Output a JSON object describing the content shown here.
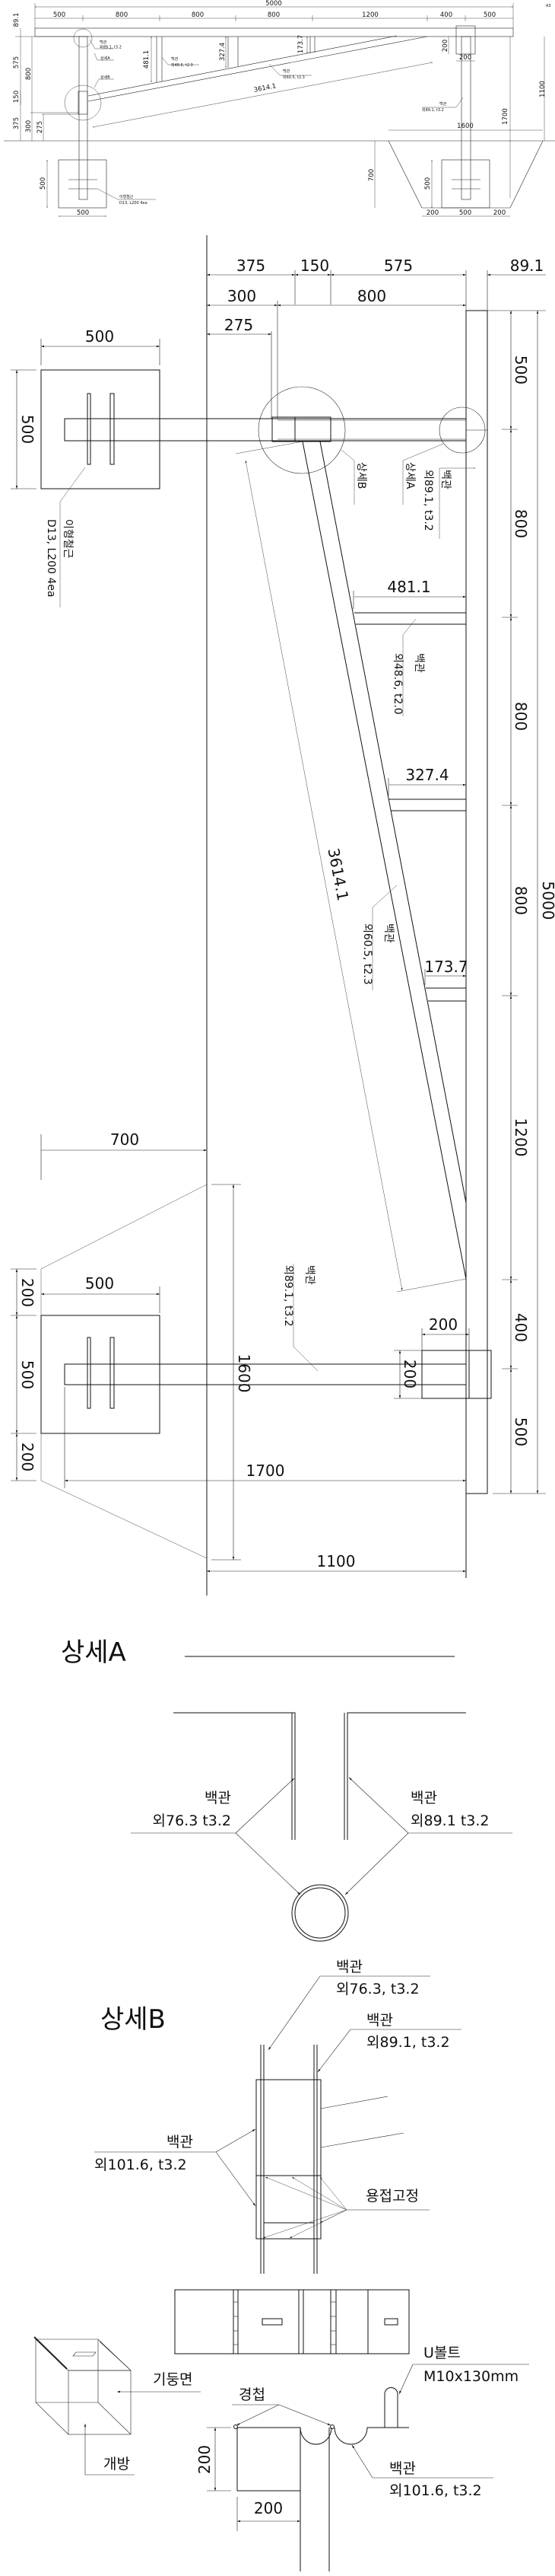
{
  "sheet_size": "A3",
  "overview": {
    "total_length": "5000",
    "spans": [
      "500",
      "800",
      "800",
      "800",
      "1200",
      "400",
      "500"
    ],
    "left_dims": {
      "pipe_dia": "89.1",
      "d575": "575",
      "d800": "800",
      "d150": "150",
      "d375": "375",
      "d300": "300",
      "d275": "275"
    },
    "strut_heights": [
      "481.1",
      "327.4",
      "173.7"
    ],
    "diagonal_length": "3614.1",
    "right_dims": {
      "cap_h": "200",
      "cap_w": "200",
      "d1100": "1100",
      "d1700": "1700",
      "d1600": "1600",
      "d700": "700"
    },
    "footing_left": {
      "width": "500",
      "height": "500"
    },
    "footing_right": {
      "side_a": "200",
      "width": "500",
      "side_b": "200",
      "height": "500"
    },
    "labels": {
      "top_pipe_name": "백관",
      "top_pipe_spec": "외89.1, t3.2",
      "detail_a": "상세A",
      "detail_b": "상세B",
      "strut_name": "백관",
      "strut_spec": "외48.6, t2.0",
      "diag_name": "백관",
      "diag_spec": "외60.5, t2.3",
      "post_name": "백관",
      "post_spec": "외89.1, t3.2",
      "rebar_name": "이형철근",
      "rebar_spec": "D13, L200  4ea"
    }
  },
  "main": {
    "top_dims": {
      "d375": "375",
      "d150": "150",
      "d575": "575",
      "d89": "89.1",
      "d300": "300",
      "d800": "800",
      "d275": "275"
    },
    "footing_top": {
      "width": "500",
      "height": "500"
    },
    "right_dims": [
      "500",
      "800",
      "800",
      "800",
      "1200",
      "400",
      "500"
    ],
    "total_length": "5000",
    "strut_dims": [
      "481.1",
      "327.4",
      "173.7"
    ],
    "diagonal_length": "3614.1",
    "d700": "700",
    "d1600": "1600",
    "d1700": "1700",
    "d1100": "1100",
    "footing_bottom": {
      "side_a": "200",
      "height": "500",
      "side_b": "200",
      "width": "500"
    },
    "cap": {
      "width": "200",
      "height": "200"
    },
    "labels": {
      "detail_b": "상세B",
      "detail_a": "상세A",
      "top_pipe_name": "백관",
      "top_pipe_spec": "외89.1, t3.2",
      "rebar_name": "이형철근",
      "rebar_spec": "D13, L200  4ea",
      "strut_name": "백관",
      "strut_spec": "외48.6, t2.0",
      "diag_name": "백관",
      "diag_spec": "외60.5, t2.3",
      "post_name": "백관",
      "post_spec": "외89.1, t3.2"
    }
  },
  "detail_a": {
    "title": "상세A",
    "left": {
      "name": "백관",
      "spec": "외76.3 t3.2"
    },
    "right": {
      "name": "백관",
      "spec": "외89.1 t3.2"
    }
  },
  "detail_b": {
    "title": "상세B",
    "inner": {
      "name": "백관",
      "spec": "외76.3, t3.2"
    },
    "outer": {
      "name": "백관",
      "spec": "외89.1, t3.2"
    },
    "sleeve": {
      "name": "백관",
      "spec": "외101.6, t3.2"
    },
    "weld": "용접고정"
  },
  "box_detail": {
    "column_face": "기둥면",
    "open_side": "개방",
    "hinge": "경첩",
    "ubolt_name": "U볼트",
    "ubolt_spec": "M10x130mm",
    "pipe_name": "백관",
    "pipe_spec": "외101.6, t3.2",
    "dim_h": "200",
    "dim_w": "200"
  }
}
